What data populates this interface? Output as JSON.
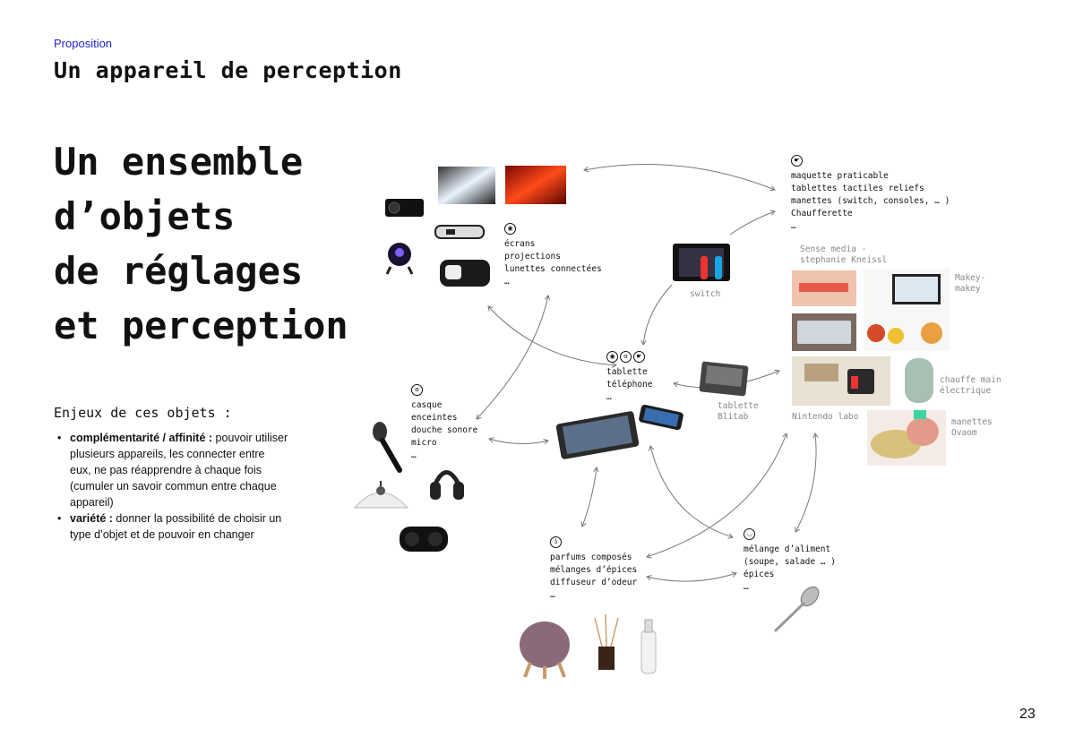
{
  "header": {
    "eyebrow": "Proposition",
    "subtitle": "Un appareil de perception"
  },
  "title_lines": [
    "Un ensemble",
    "d’objets",
    "de réglages",
    "et perception"
  ],
  "enjeux": {
    "heading": "Enjeux de ces objets :",
    "items": [
      {
        "bold": "complémentarité / affinité :",
        "text": " pouvoir utiliser plusieurs appareils, les connecter entre eux, ne pas réapprendre à chaque fois (cumuler un savoir commun entre chaque appareil)"
      },
      {
        "bold": "variété :",
        "text": " donner la possibilité de choisir un type d’objet et de pouvoir en changer"
      }
    ]
  },
  "nodes": {
    "vision": {
      "icon": "eye-icon",
      "lines": [
        "écrans",
        "projections",
        "lunettes connectées",
        "…"
      ]
    },
    "touch": {
      "icon": "hand-icon",
      "lines": [
        "maquette praticable",
        "tablettes tactiles reliefs",
        "manettes (switch, consoles, … )",
        "Chaufferette",
        "…"
      ]
    },
    "sound": {
      "icon": "ear-icon",
      "lines": [
        "casque",
        "enceintes",
        "douche sonore",
        "micro",
        "…"
      ]
    },
    "center": {
      "icons": [
        "eye-icon",
        "ear-icon",
        "hand-icon"
      ],
      "lines": [
        "tablette",
        "téléphone",
        "…"
      ]
    },
    "smell": {
      "icon": "nose-icon",
      "lines": [
        "parfums composés",
        "mélanges d’épices",
        "diffuseur d’odeur",
        "…"
      ]
    },
    "taste": {
      "icon": "mouth-icon",
      "lines": [
        "mélange d’aliment",
        "(soupe, salade … )",
        "épices",
        "…"
      ]
    }
  },
  "captions": {
    "sense_media": [
      "Sense media -",
      "stephanie Kneissl"
    ],
    "makey": [
      "Makey-",
      "makey"
    ],
    "switch": "switch",
    "blitab": [
      "tablette",
      "Blitab"
    ],
    "nintendo": "Nintendo labo",
    "chauffe": [
      "chauffe main",
      "électrique"
    ],
    "ovaom": [
      "manettes",
      "Ovaom"
    ]
  },
  "colors": {
    "accent": "#2222cc",
    "arrow": "#777777"
  },
  "page_number": "23"
}
